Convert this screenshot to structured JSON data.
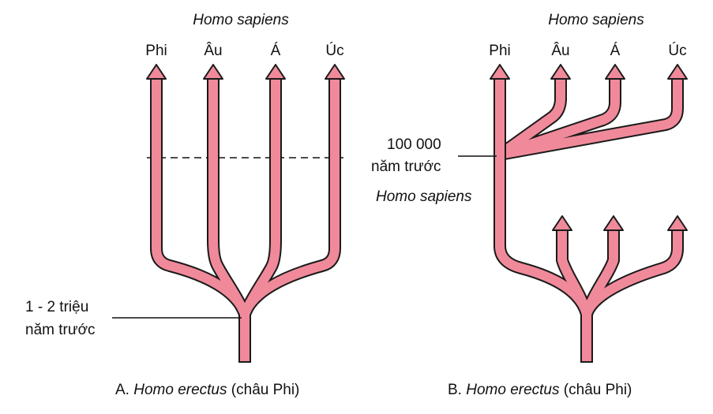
{
  "panel_a": {
    "top_label": "Homo sapiens",
    "regions": [
      "Phi",
      "Âu",
      "Á",
      "Úc"
    ],
    "time_label_line1": "1 - 2 triệu",
    "time_label_line2": "năm trước",
    "caption_prefix": "A. ",
    "caption_species": "Homo erectus",
    "caption_suffix": " (châu Phi)"
  },
  "panel_b": {
    "top_label": "Homo sapiens",
    "regions": [
      "Phi",
      "Âu",
      "Á",
      "Úc"
    ],
    "time_label_line1": "100 000",
    "time_label_line2": "năm trước",
    "side_label": "Homo sapiens",
    "caption_prefix": "B. ",
    "caption_species": "Homo erectus",
    "caption_suffix": " (châu Phi)"
  },
  "colors": {
    "branch_fill": "#f08a9a",
    "branch_outline": "#1a1a1a",
    "text": "#111111"
  }
}
